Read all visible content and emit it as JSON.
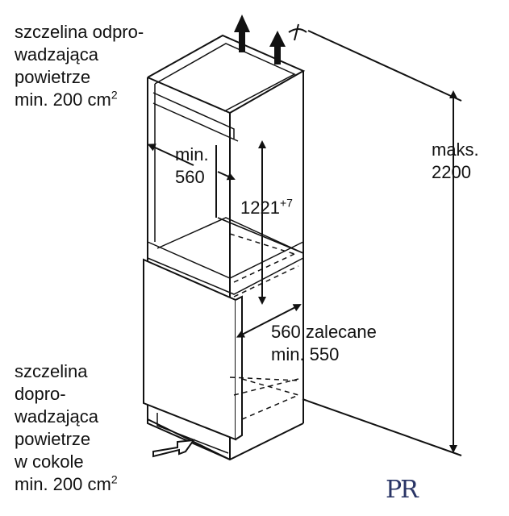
{
  "labels": {
    "top_vent": {
      "line1": "szczelina odpro-",
      "line2": "wadzająca",
      "line3": "powietrze",
      "line4_main": "min. 200 cm",
      "line4_sup": "2"
    },
    "bottom_vent": {
      "line1": "szczelina",
      "line2": "dopro-",
      "line3": "wadzająca",
      "line4": "powietrze",
      "line5": "w cokole",
      "line6_main": "min. 200 cm",
      "line6_sup": "2"
    },
    "width_min": {
      "line1": "min.",
      "line2": "560"
    },
    "height_niche": {
      "main": "1221",
      "sup": "+7"
    },
    "max_height": {
      "line1": "maks.",
      "line2": "2200"
    },
    "depth": {
      "line1": "560 zalecane",
      "line2": "min. 550"
    }
  },
  "logo": {
    "text": "PR"
  },
  "colors": {
    "line": "#111111",
    "logo": "#2a3566"
  }
}
